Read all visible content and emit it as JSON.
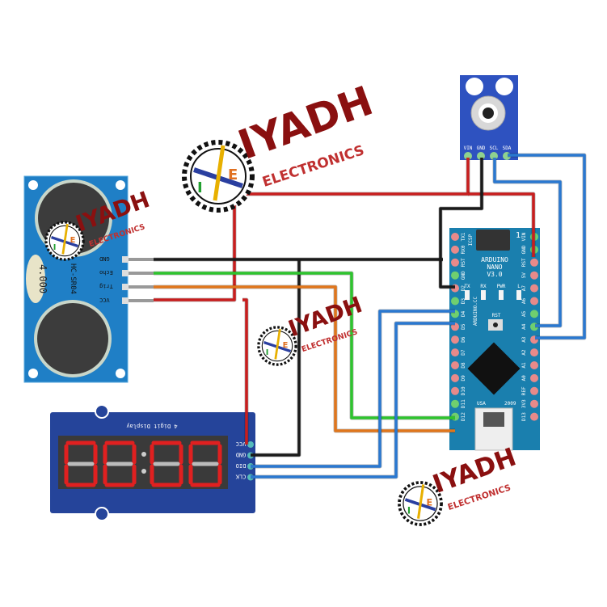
{
  "arduino": {
    "title_lines": [
      "ARDUINO",
      "NANO",
      "V3.0"
    ],
    "icsp": "ICSP",
    "icsp_num": "1",
    "left_pins": [
      "TX1",
      "RX0",
      "RST",
      "GND",
      "D2",
      "D3",
      "D4",
      "D5",
      "D6",
      "D7",
      "D8",
      "D9",
      "D10",
      "D11",
      "D12"
    ],
    "right_pins": [
      "VIN",
      "GND",
      "RST",
      "5V",
      "A7",
      "A6",
      "A5",
      "A4",
      "A3",
      "A2",
      "A1",
      "A0",
      "REF",
      "3V3",
      "D13"
    ],
    "leds": [
      "TX",
      "RX",
      "PWR",
      "L"
    ],
    "brand": "ARDUINO.CC",
    "rst": "RST",
    "usa": "USA",
    "year": "2009"
  },
  "ultrasonic": {
    "model": "HC-SR04",
    "crystal": "4.000",
    "pins": [
      "GND",
      "Echo",
      "Trig",
      "VCC"
    ]
  },
  "temp_sensor": {
    "pins": [
      "VIN",
      "GND",
      "SCL",
      "SDA"
    ]
  },
  "display": {
    "title": "4 Digit Display",
    "pins": [
      "VCC",
      "GND",
      "DIO",
      "CLK"
    ]
  },
  "watermark": {
    "name": "IYADH",
    "sub": "ELECTRONICS",
    "mark": "IE"
  },
  "wire_colors": {
    "power": "#c81e1e",
    "ground": "#1a1a1a",
    "echo": "#2ec42e",
    "trig": "#e0761c",
    "data": "#2a78d0"
  }
}
